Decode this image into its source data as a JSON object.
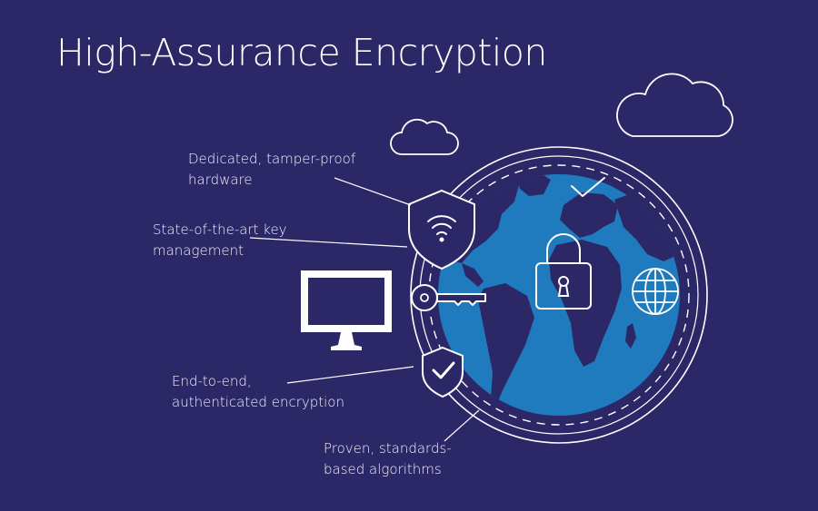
{
  "title": "High-Assurance Encryption",
  "callouts": {
    "hardware": [
      "Dedicated, tamper-proof",
      "hardware"
    ],
    "key_management": [
      "State-of-the-art key",
      "management"
    ],
    "end_to_end": [
      "End-to-end,",
      "authenticated encryption"
    ],
    "algorithms": [
      "Proven, standards-",
      "based algorithms"
    ]
  },
  "icons": [
    "cloud-icon",
    "globe-icon",
    "padlock-icon",
    "shield-wifi-icon",
    "key-icon",
    "monitor-icon",
    "shield-check-icon",
    "checkmark-icon",
    "web-globe-icon"
  ],
  "colors": {
    "background": "#2c2867",
    "globe_ocean": "#1f7bbd",
    "continents": "#2c2867",
    "line": "#ffffff"
  }
}
